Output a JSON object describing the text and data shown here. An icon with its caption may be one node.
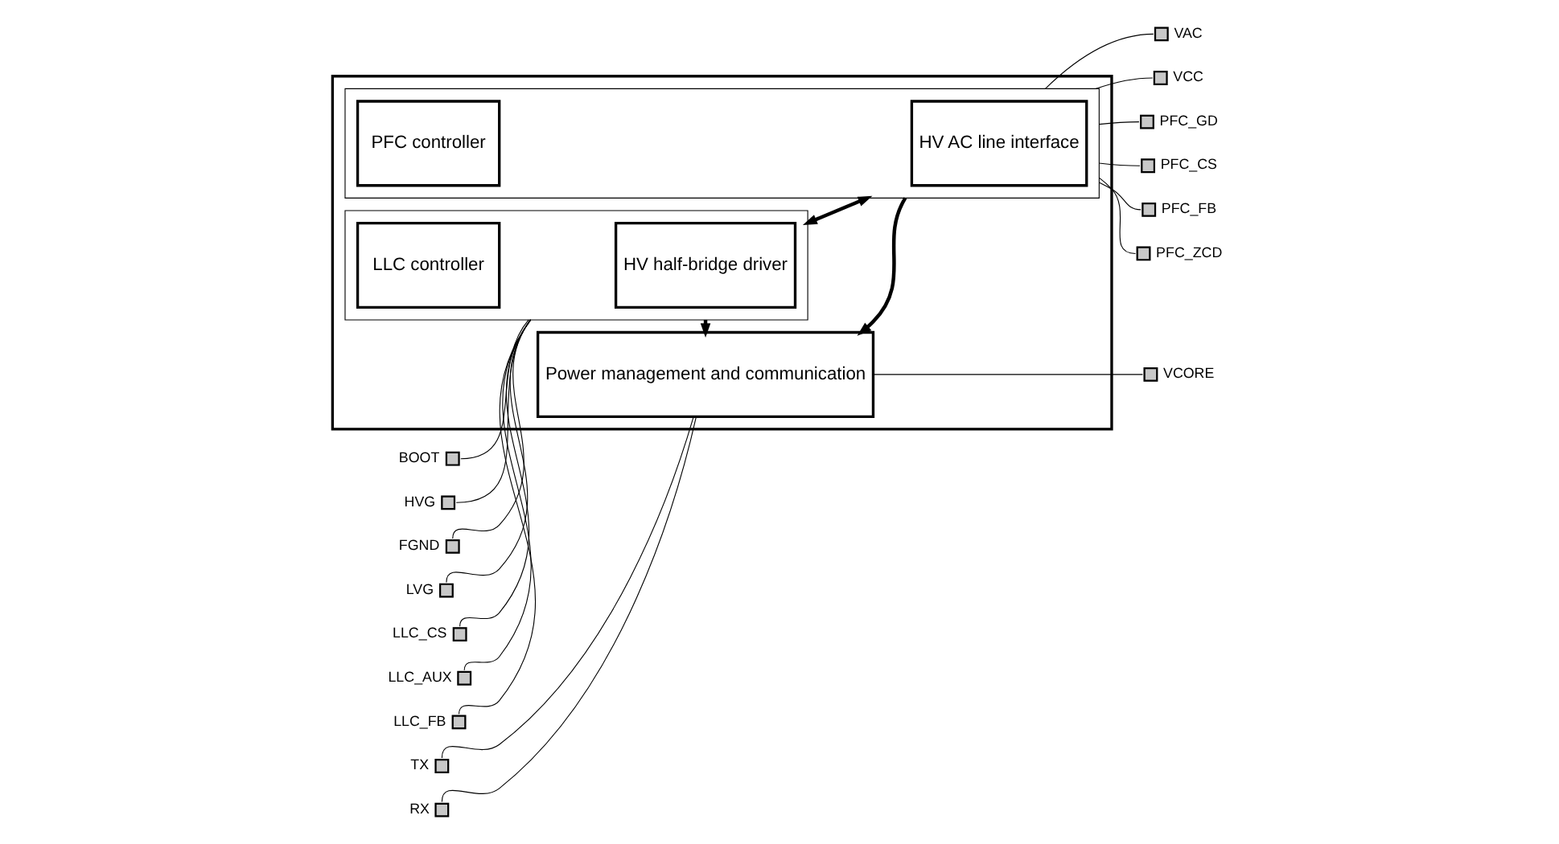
{
  "diagram": {
    "nodes": [
      {
        "text": [],
        "shape": "box"
      },
      {
        "text": [],
        "shape": "box",
        "in": 0
      },
      {
        "text": [
          "HV half-bridge driver"
        ],
        "in": 1
      },
      {
        "text": [
          "LLC controller"
        ],
        "in": 1
      },
      {
        "text": [],
        "shape": "box",
        "in": 0
      },
      {
        "text": [
          "HV AC line interface"
        ],
        "in": 4
      },
      {
        "text": [
          "PFC controller"
        ],
        "in": 4
      },
      {
        "text": [
          "Power management and communication"
        ],
        "in": 0
      },
      {
        "text": [],
        "shape": "box",
        "beside": [
          "BOOT"
        ]
      },
      {
        "text": [],
        "shape": "box",
        "beside": [
          "HVG"
        ]
      },
      {
        "text": [],
        "shape": "box",
        "beside": [
          "FGND"
        ]
      },
      {
        "text": [],
        "shape": "box",
        "beside": [
          "LVG"
        ]
      },
      {
        "text": [],
        "shape": "box",
        "beside": [
          "LLC_CS"
        ]
      },
      {
        "text": [],
        "shape": "box",
        "beside": [
          "LLC_AUX"
        ]
      },
      {
        "text": [],
        "shape": "box",
        "beside": [
          "LLC_FB"
        ]
      },
      {
        "text": [],
        "shape": "box",
        "beside": [
          "TX"
        ]
      },
      {
        "text": [],
        "shape": "box",
        "beside": [
          "RX"
        ]
      },
      {
        "text": [],
        "shape": "box",
        "beside": [
          "VAC"
        ]
      },
      {
        "text": [],
        "shape": "box",
        "beside": [
          "VCC"
        ]
      },
      {
        "text": [],
        "shape": "box",
        "beside": [
          "PFC_GD"
        ]
      },
      {
        "text": [],
        "shape": "box",
        "beside": [
          "PFC_CS"
        ]
      },
      {
        "text": [],
        "shape": "box",
        "beside": [
          "PFC_FB"
        ]
      },
      {
        "text": [],
        "shape": "box",
        "beside": [
          "PFC_ZCD"
        ]
      },
      {
        "text": [],
        "shape": "box",
        "beside": [
          "VCORE"
        ]
      }
    ],
    "edges": [
      {
        "from": 8,
        "to": 1,
        "arrow": "none"
      },
      {
        "from": 9,
        "to": 1,
        "arrow": "none"
      },
      {
        "from": 10,
        "to": 1,
        "arrow": "none"
      },
      {
        "from": 11,
        "to": 1,
        "arrow": "none"
      },
      {
        "from": 12,
        "to": 1,
        "arrow": "none"
      },
      {
        "from": 13,
        "to": 1,
        "arrow": "none"
      },
      {
        "from": 14,
        "to": 1,
        "arrow": "none"
      },
      {
        "from": 15,
        "to": 7,
        "arrow": "none"
      },
      {
        "from": 16,
        "to": 7,
        "arrow": "none"
      },
      {
        "from": 4,
        "to": 17,
        "arrow": "none"
      },
      {
        "from": 4,
        "to": 18,
        "arrow": "none"
      },
      {
        "from": 4,
        "to": 19,
        "arrow": "none"
      },
      {
        "from": 4,
        "to": 20,
        "arrow": "none"
      },
      {
        "from": 4,
        "to": 21,
        "arrow": "none"
      },
      {
        "from": 4,
        "to": 22,
        "arrow": "none"
      },
      {
        "from": 7,
        "to": 23,
        "arrow": "none"
      },
      {
        "from": 1,
        "to": 4,
        "arrow": "both",
        "style": "thick"
      },
      {
        "from": 1,
        "to": 7,
        "arrow": "to",
        "style": "thick"
      },
      {
        "from": 4,
        "to": 7,
        "arrow": "to",
        "style": "thick"
      }
    ]
  }
}
